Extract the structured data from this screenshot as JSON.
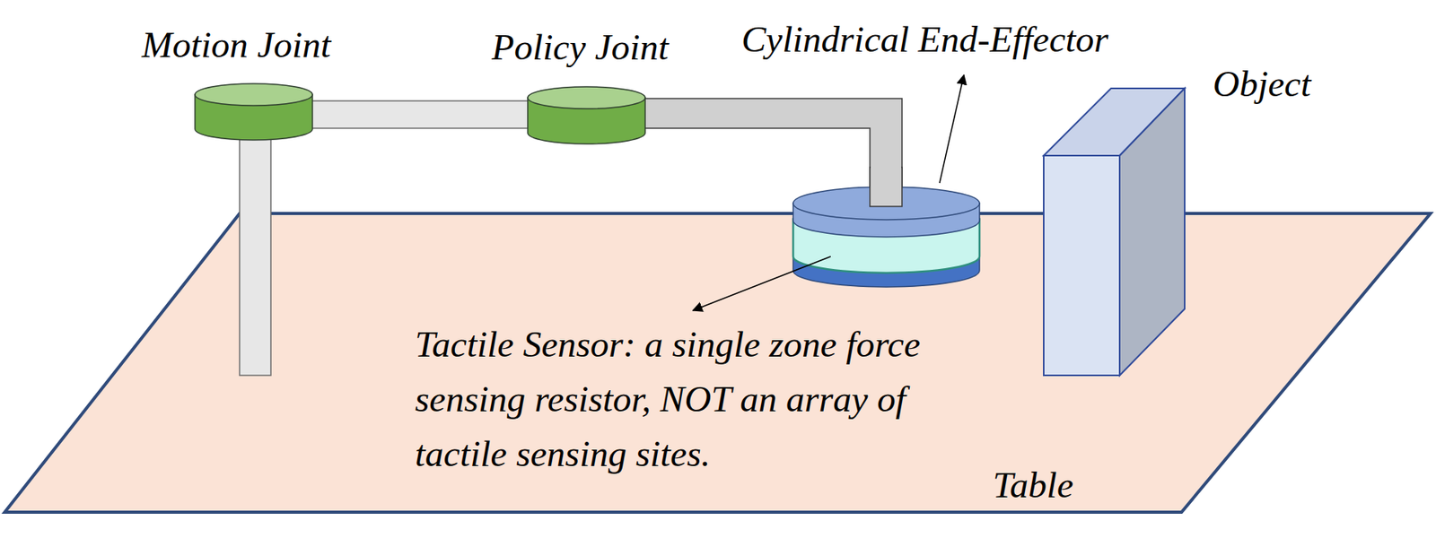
{
  "diagram": {
    "labels": [
      "Motion Joint",
      "Policy Joint",
      "Cylindrical End-Effector",
      "Object",
      "Tactile Sensor: a single zone force sensing resistor, NOT an array of tactile sensing sites.",
      "Table"
    ]
  }
}
